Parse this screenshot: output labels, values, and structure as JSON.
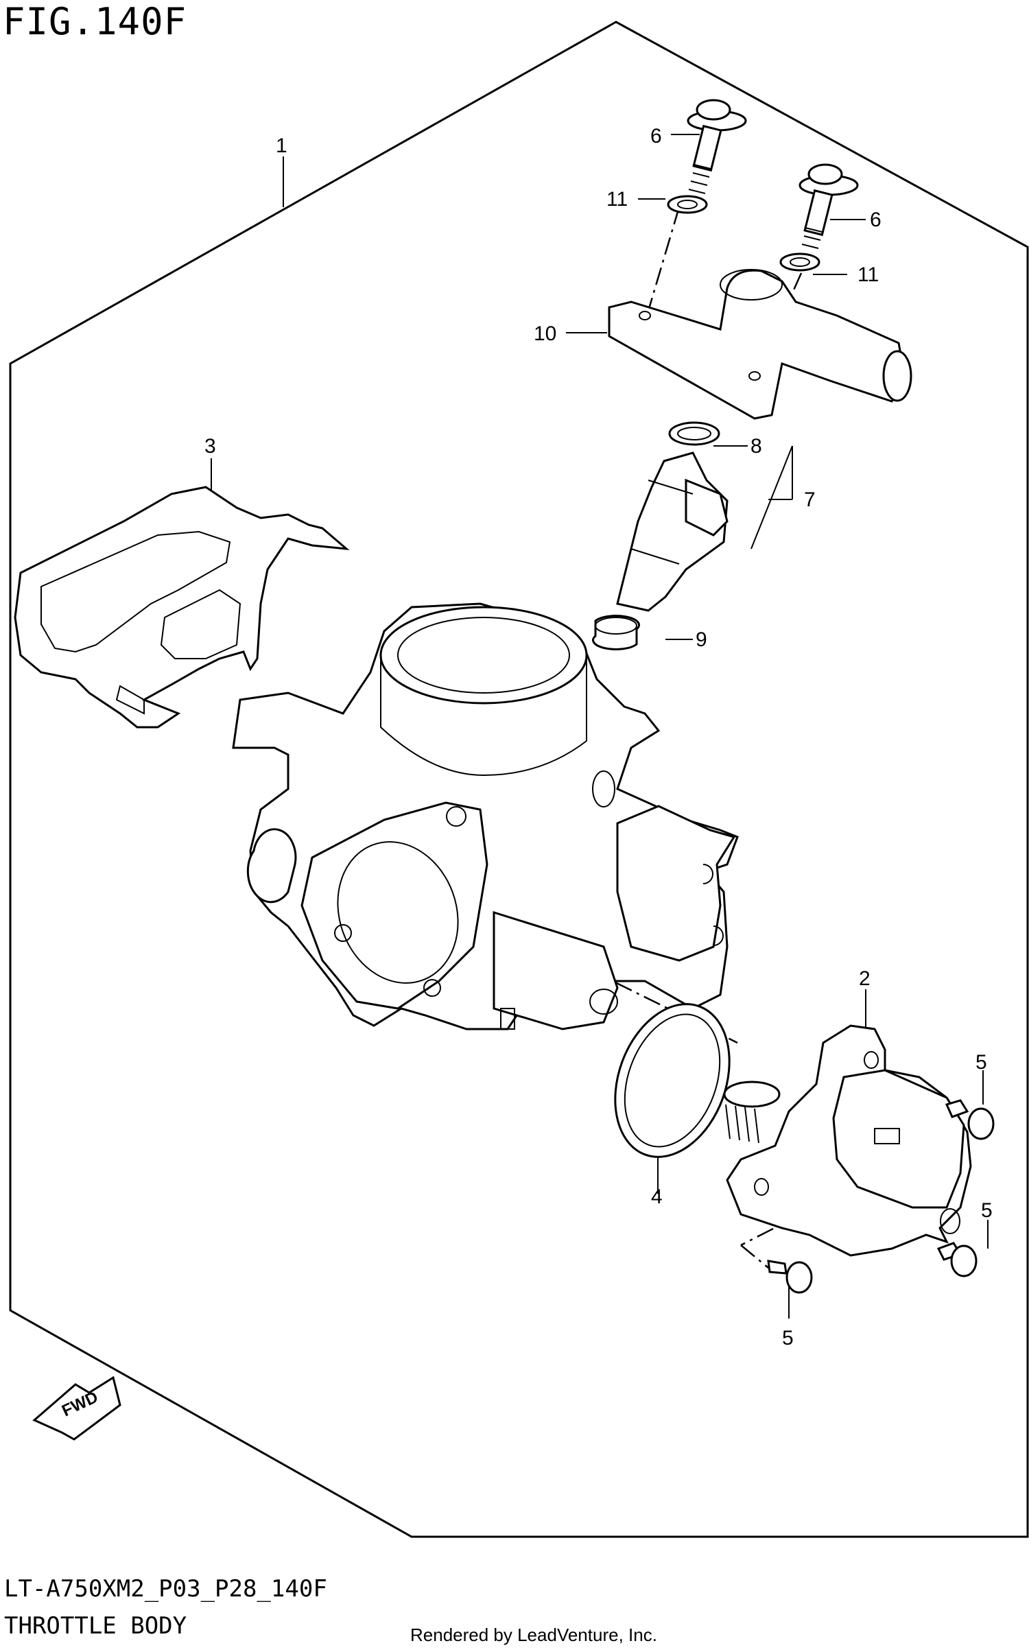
{
  "header": {
    "figure": "FIG.140F"
  },
  "footer": {
    "model_code": "LT-A750XM2_P03_P28_140F",
    "diagram_name": "THROTTLE BODY",
    "rendered_by": "Rendered by LeadVenture, Inc."
  },
  "callouts": {
    "c1": "1",
    "c2": "2",
    "c3": "3",
    "c4": "4",
    "c5a": "5",
    "c5b": "5",
    "c5c": "5",
    "c6a": "6",
    "c6b": "6",
    "c7": "7",
    "c8": "8",
    "c9": "9",
    "c10": "10",
    "c11a": "11",
    "c11b": "11"
  },
  "fwd_label": "FWD"
}
